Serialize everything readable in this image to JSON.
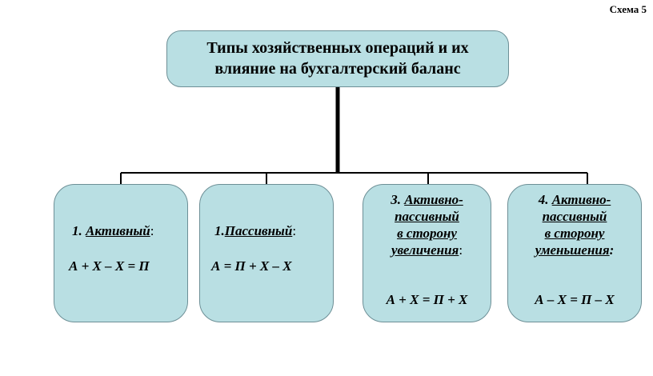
{
  "scheme_label": "Схема 5",
  "root": {
    "line1": "Типы хозяйственных операций и их",
    "line2": "влияние на бухгалтерский баланс"
  },
  "types": [
    {
      "number": "1. ",
      "name": "Активный",
      "suffix": ":",
      "formula": "А + Х – Х = П"
    },
    {
      "number": "1.",
      "name": "Пассивный",
      "suffix": ":",
      "formula": "А = П + Х – Х"
    },
    {
      "number": "3.  ",
      "name_line1": "Активно-",
      "name_line2": "пассивный",
      "name_line3": "в сторону",
      "name_line4": "увеличения",
      "suffix": ":",
      "formula": "А + Х = П + Х"
    },
    {
      "number": "4. ",
      "name_line1": "Активно-",
      "name_line2": "пассивный",
      "name_line3": "в сторону",
      "name_line4": "уменьшения",
      "suffix": ":",
      "formula": "А – Х = П – Х"
    }
  ]
}
